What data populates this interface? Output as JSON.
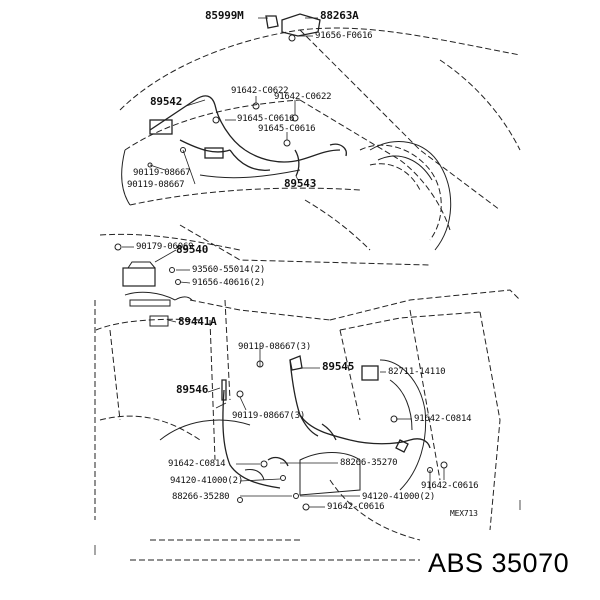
{
  "callouts": {
    "c85999M": "85999M",
    "c88263A": "88263A",
    "c91656F0616": "91656-F0616",
    "c91642C0622a": "91642-C0622",
    "c91642C0622b": "91642-C0622",
    "c89542": "89542",
    "c91645C0616a": "91645-C0616",
    "c91645C0616b": "91645-C0616",
    "c90119_08667a": "90119-08667",
    "c90119_08667b": "90119-08667",
    "c89543": "89543",
    "c90179_06069": "90179-06069",
    "c89540": "89540",
    "c93560": "93560-55014(2)",
    "c91656_40616": "91656-40616(2)",
    "c89441A": "89441A",
    "c90119_08667_3a": "90119-08667(3)",
    "c89545": "89545",
    "c82711": "82711-14110",
    "c89546": "89546",
    "c90119_08667_3b": "90119-08667(3)",
    "c91642C0814a": "91642-C0814",
    "c91642C0814b": "91642-C0814",
    "c88266a": "88266-35270",
    "c94120a": "94120-41000(2)",
    "c88266b": "88266-35280",
    "c94120b": "94120-41000(2)",
    "c91642C0616a": "91642-C0616",
    "c91642C0616b": "91642-C0616",
    "figure_code": "MEX713"
  },
  "caption": "ABS 35070"
}
